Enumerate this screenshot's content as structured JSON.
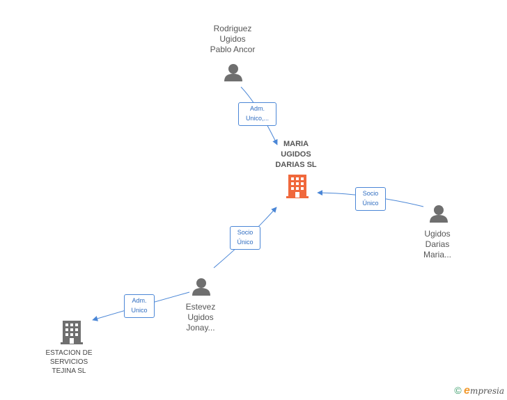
{
  "nodes": {
    "center": {
      "lines": [
        "MARIA",
        "UGIDOS",
        "DARIAS SL"
      ],
      "icon": "building-icon",
      "color": "#f0683c"
    },
    "rodriguez": {
      "lines": [
        "Rodriguez",
        "Ugidos",
        "Pablo Ancor"
      ],
      "icon": "person-icon"
    },
    "ugidos_darias": {
      "lines": [
        "Ugidos",
        "Darias",
        "Maria..."
      ],
      "icon": "person-icon"
    },
    "estevez": {
      "lines": [
        "Estevez",
        "Ugidos",
        "Jonay..."
      ],
      "icon": "person-icon"
    },
    "estacion": {
      "lines": [
        "ESTACION DE",
        "SERVICIOS",
        "TEJINA SL"
      ],
      "icon": "building-icon",
      "color": "#6f6f6f"
    }
  },
  "edges": {
    "rodriguez_center": {
      "lines": [
        "Adm.",
        "Unico,..."
      ]
    },
    "ugidos_center": {
      "lines": [
        "Socio",
        "Único"
      ]
    },
    "estevez_center": {
      "lines": [
        "Socio",
        "Único"
      ]
    },
    "estevez_estacion": {
      "lines": [
        "Adm.",
        "Unico"
      ]
    }
  },
  "colors": {
    "edge": "#4a86d6",
    "person": "#6f6f6f"
  },
  "footer": {
    "copyright": "©",
    "brand_e": "e",
    "brand_rest": "mpresia"
  }
}
